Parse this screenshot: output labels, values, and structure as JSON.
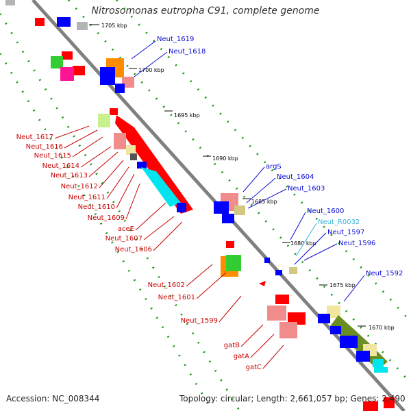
{
  "title": "Nitrosomonas eutropha C91, complete genome",
  "footer": {
    "accession": "Accession: NC_008344",
    "topology": "Topology: circular; Length: 2,661,057 bp; Genes: 2,490"
  },
  "colors": {
    "backbone": "#808080",
    "forward_label": "#0a0ad2",
    "reverse_label": "#c80000",
    "rna_label": "#3cb4dc",
    "gc_dash": "#1a9a1a",
    "cds": "#ff0000",
    "cds_blue": "#0000ff",
    "cds_pink": "#f08c8c",
    "cds_tan": "#d2c882",
    "cds_olive": "#6b8e23",
    "cds_orange": "#ff8c00",
    "cds_green": "#32cd32",
    "cds_cyan": "#00e5ee",
    "cds_magenta": "#ff1493",
    "cds_grey": "#b4b4b4"
  },
  "ticks": [
    {
      "label": "1705 kbp"
    },
    {
      "label": "1700 kbp"
    },
    {
      "label": "1695 kbp"
    },
    {
      "label": "1690 kbp"
    },
    {
      "label": "1685 kbp"
    },
    {
      "label": "1680 kbp"
    },
    {
      "label": "1675 kbp"
    },
    {
      "label": "1670 kbp"
    }
  ],
  "labels": {
    "forward": [
      "Neut_1619",
      "Neut_1618",
      "argS",
      "Neut_1604",
      "Neut_1603",
      "Neut_1600",
      "Neut_1597",
      "Neut_1596",
      "Neut_1592"
    ],
    "rna": [
      "Neut_R0032"
    ],
    "reverse": [
      "Neut_1617",
      "Neut_1616",
      "Neut_1615",
      "Neut_1614",
      "Neut_1613",
      "Neut_1612",
      "Neut_1611",
      "Neut_1610",
      "Neut_1609",
      "aceE",
      "Neut_1607",
      "Neut_1606",
      "Neut_1602",
      "Neut_1601",
      "Neut_1599",
      "gatB",
      "gatA",
      "gatC"
    ]
  }
}
